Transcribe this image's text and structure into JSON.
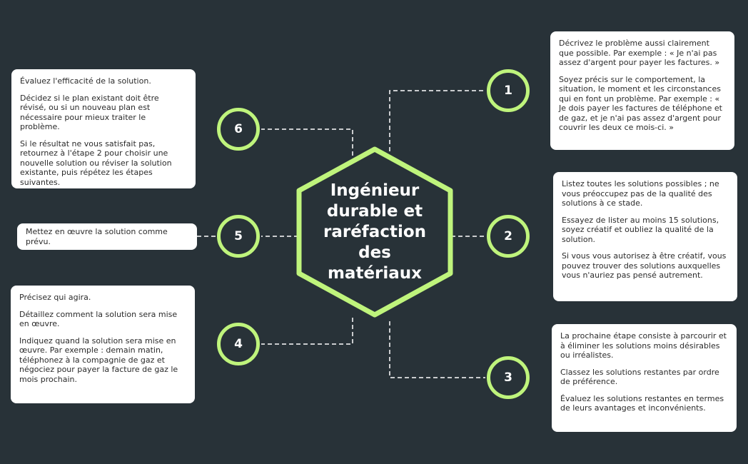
{
  "center": {
    "title": "Ingénieur durable et raréfaction des matériaux"
  },
  "steps": [
    {
      "number": "1",
      "paragraphs": [
        "Décrivez le problème aussi clairement que possible. Par exemple : « Je n'ai pas assez d'argent pour payer les factures. »",
        "Soyez précis sur le comportement, la situation, le moment et les circonstances qui en font un problème. Par exemple : « Je dois payer les factures de téléphone et de gaz, et je n'ai pas assez d'argent pour couvrir les deux ce mois-ci. »"
      ]
    },
    {
      "number": "2",
      "paragraphs": [
        "Listez toutes les solutions possibles ; ne vous préoccupez pas de la qualité des solutions à ce stade.",
        "Essayez de lister au moins 15 solutions, soyez créatif et oubliez la qualité de la solution.",
        "Si vous vous autorisez à être créatif, vous pouvez trouver des solutions auxquelles vous n'auriez pas pensé autrement."
      ]
    },
    {
      "number": "3",
      "paragraphs": [
        "La prochaine étape consiste à parcourir et à éliminer les solutions moins désirables ou irréalistes.",
        "Classez les solutions restantes par ordre de préférence.",
        "Évaluez les solutions restantes en termes de leurs avantages et inconvénients."
      ]
    },
    {
      "number": "4",
      "paragraphs": [
        "Précisez qui agira.",
        "Détaillez comment la solution sera mise en œuvre.",
        "Indiquez quand la solution sera mise en œuvre. Par exemple : demain matin, téléphonez à la compagnie de gaz et négociez pour payer la facture de gaz le mois prochain."
      ]
    },
    {
      "number": "5",
      "paragraphs": [
        "Mettez en œuvre la solution comme prévu."
      ]
    },
    {
      "number": "6",
      "paragraphs": [
        "Évaluez l'efficacité de la solution.",
        "Décidez si le plan existant doit être révisé, ou si un nouveau plan est nécessaire pour mieux traiter le problème.",
        "Si le résultat ne vous satisfait pas, retournez à l'étape 2 pour choisir une nouvelle solution ou réviser la solution existante, puis répétez les étapes suivantes."
      ]
    }
  ],
  "colors": {
    "background": "#283238",
    "accent": "#bff47c",
    "card": "#ffffff"
  }
}
